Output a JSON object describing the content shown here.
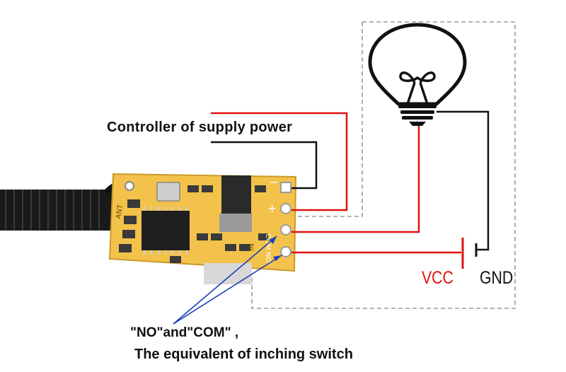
{
  "labels": {
    "controller": "Controller of supply power",
    "no_com": "\"NO\"and\"COM\" ,",
    "inching": "The equivalent of inching switch",
    "vcc": "VCC",
    "gnd": "GND"
  },
  "board": {
    "pin_marks": [
      "−",
      "+",
      "COM",
      "NO"
    ],
    "silkscreen": [
      "ANT",
      "IN"
    ]
  },
  "colors": {
    "wire_positive": "#e01010",
    "wire_negative": "#111111",
    "pointer": "#1d3fb5",
    "enclosure": "#9a9a9a",
    "board": "#f2c24a"
  },
  "icons": [
    "light-bulb-icon",
    "battery-icon",
    "antenna-cable-icon"
  ]
}
